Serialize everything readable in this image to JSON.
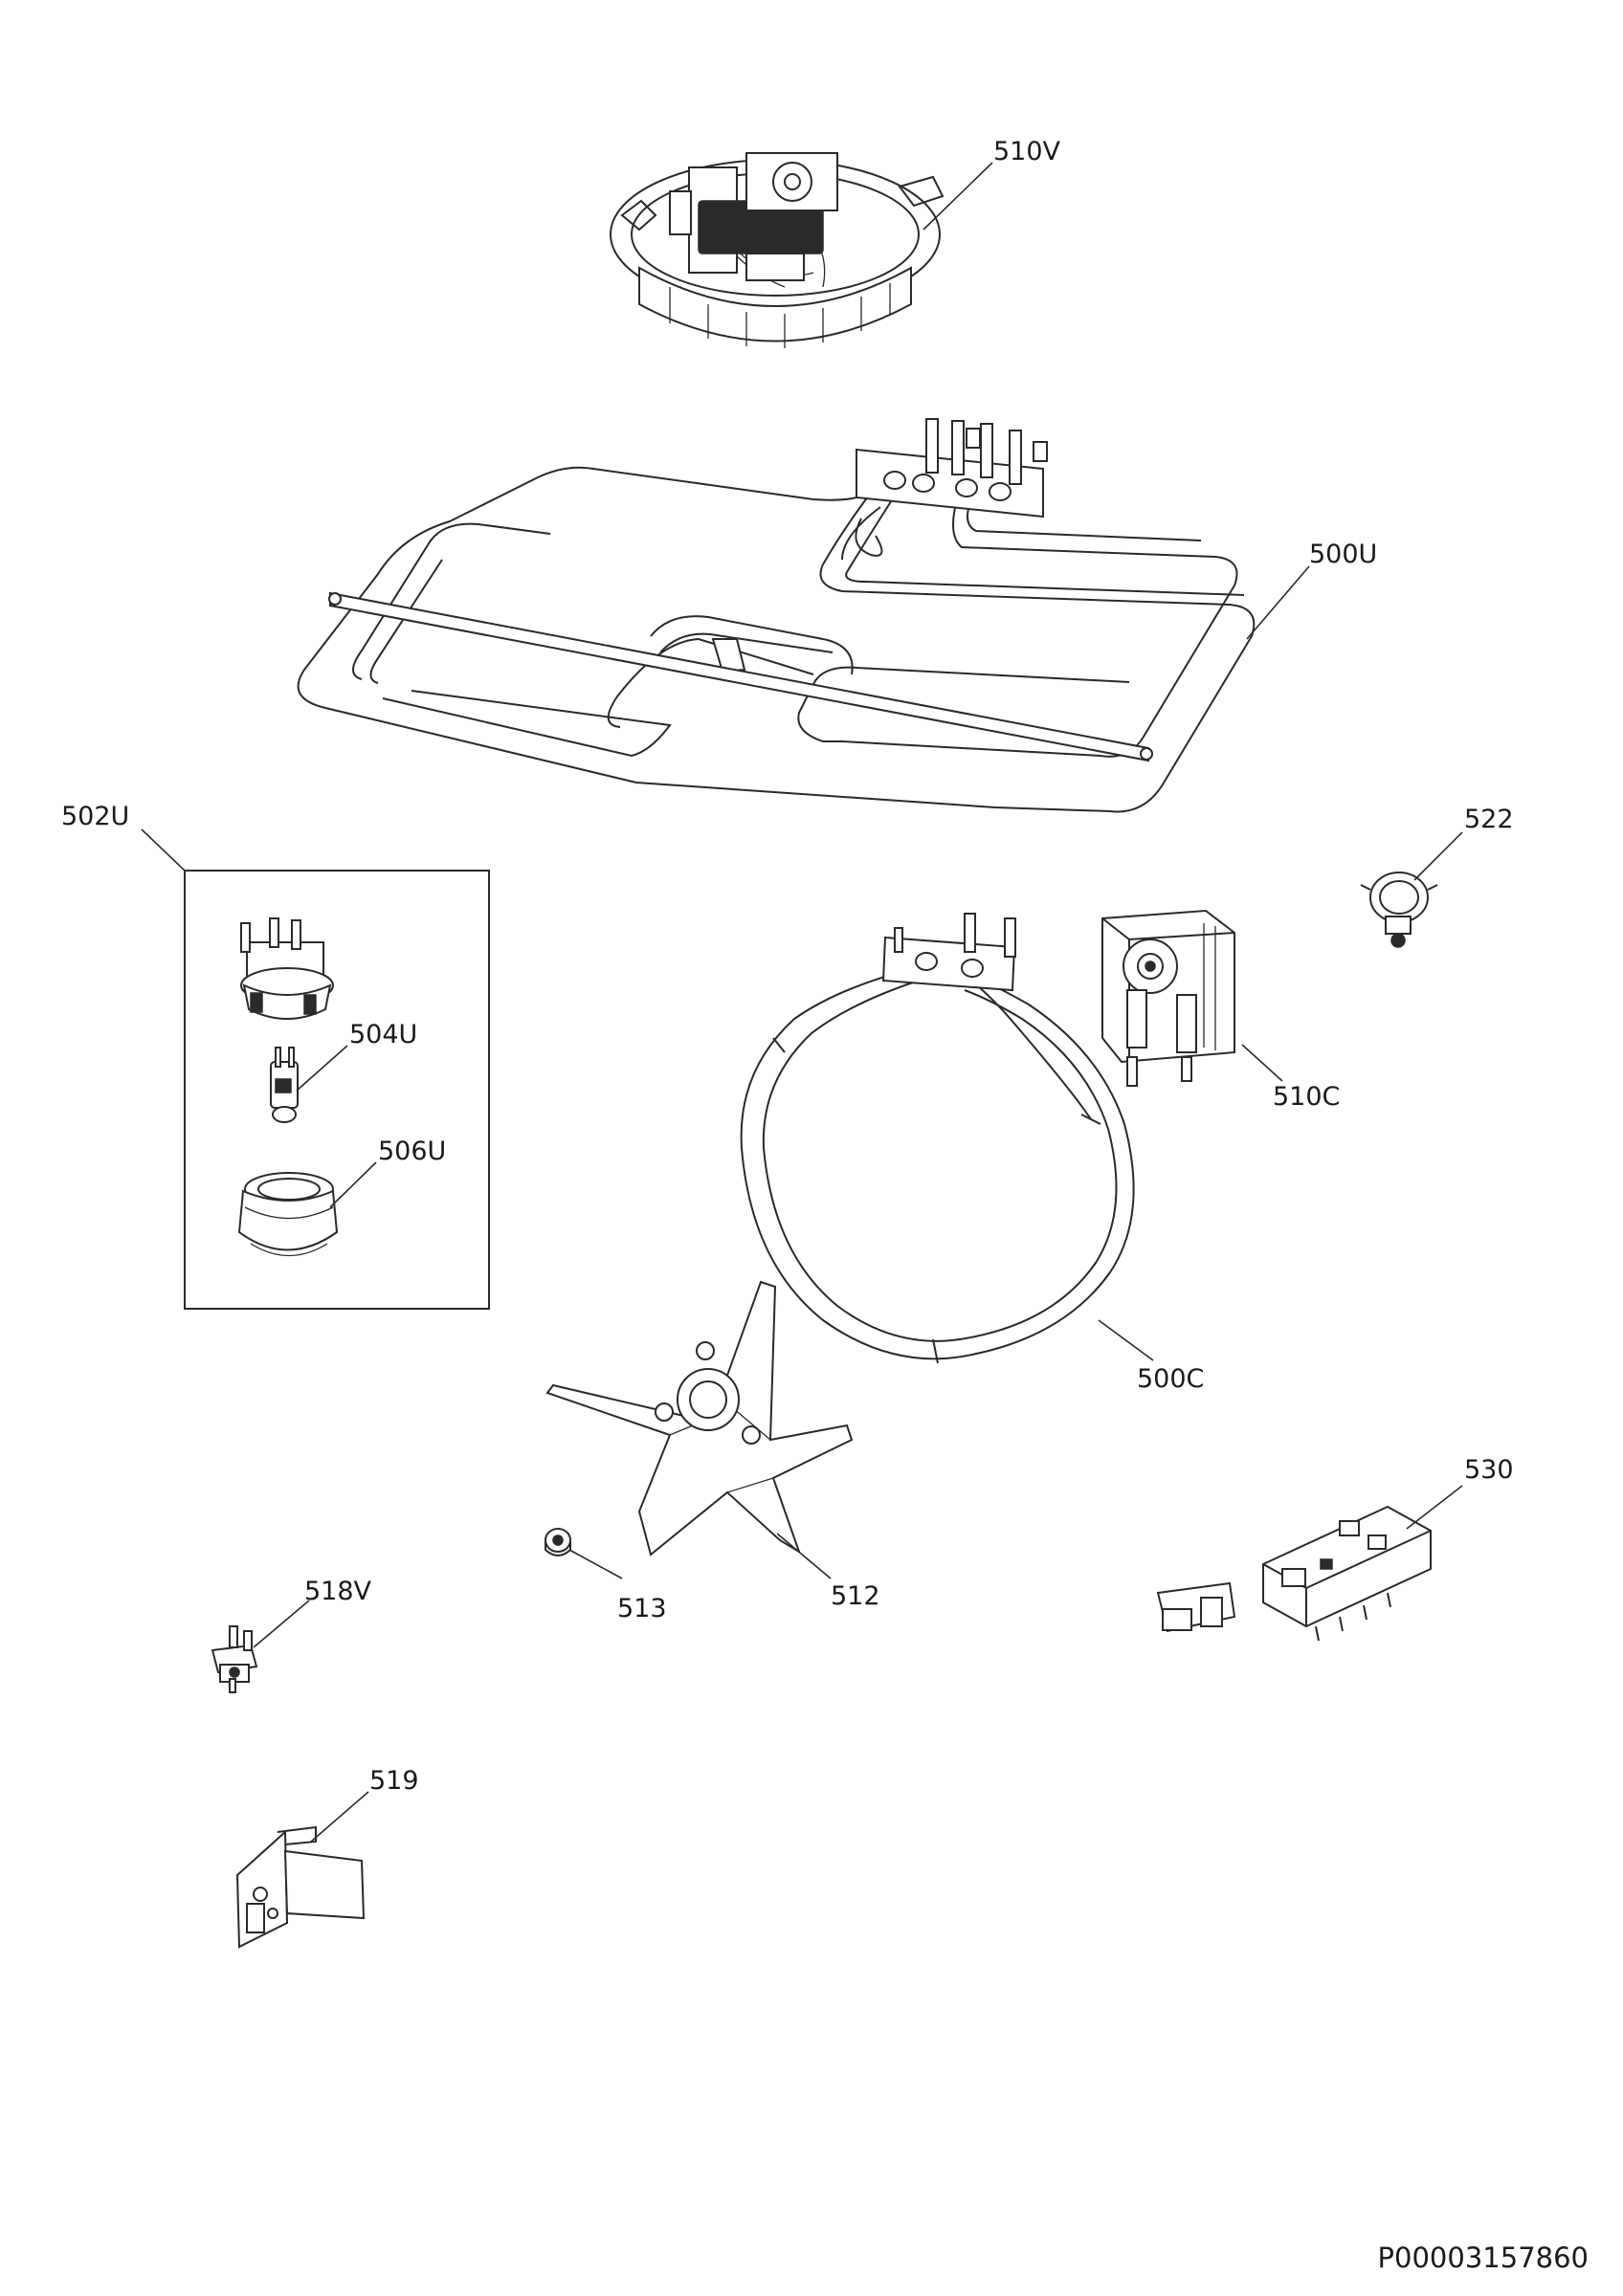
{
  "diagram": {
    "callouts": [
      {
        "id": "510V",
        "label": "510V"
      },
      {
        "id": "500U",
        "label": "500U"
      },
      {
        "id": "502U",
        "label": "502U"
      },
      {
        "id": "522",
        "label": "522"
      },
      {
        "id": "504U",
        "label": "504U"
      },
      {
        "id": "510C",
        "label": "510C"
      },
      {
        "id": "506U",
        "label": "506U"
      },
      {
        "id": "500C",
        "label": "500C"
      },
      {
        "id": "530",
        "label": "530"
      },
      {
        "id": "518V",
        "label": "518V"
      },
      {
        "id": "513",
        "label": "513"
      },
      {
        "id": "512",
        "label": "512"
      },
      {
        "id": "519",
        "label": "519"
      }
    ],
    "document_number": "P00003157860"
  }
}
